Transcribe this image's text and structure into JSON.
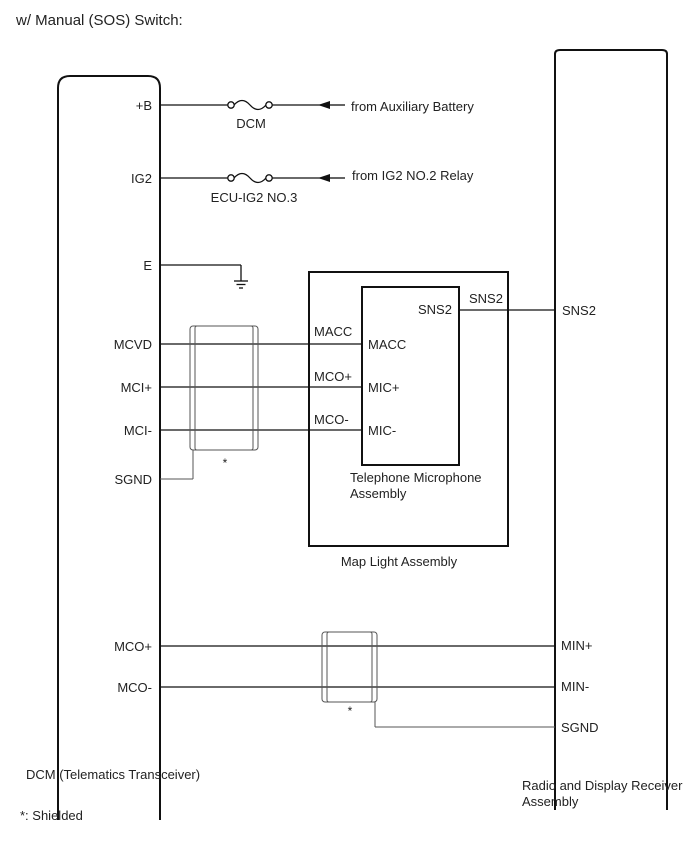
{
  "title": "w/ Manual (SOS) Switch:",
  "left_component": "DCM (Telematics Transceiver)",
  "right_component": [
    "Radio and Display Receiver",
    "Assembly"
  ],
  "map_light": "Map Light Assembly",
  "mic_assembly": [
    "Telephone Microphone",
    "Assembly"
  ],
  "dcm_pins": [
    "+B",
    "IG2",
    "E",
    "MCVD",
    "MCI+",
    "MCI-",
    "SGND",
    "MCO+",
    "MCO-"
  ],
  "fuses": [
    "DCM",
    "ECU-IG2 NO.3"
  ],
  "sources": [
    "from Auxiliary Battery",
    "from IG2 NO.2 Relay"
  ],
  "map_light_pins": [
    "MACC",
    "MCO+",
    "MCO-",
    "SNS2"
  ],
  "mic_pins": [
    "MACC",
    "MIC+",
    "MIC-",
    "SNS2"
  ],
  "radio_pins": [
    "SNS2",
    "MIN+",
    "MIN-",
    "SGND"
  ],
  "shield_mark": "*",
  "footnote": "*: Shielded",
  "colors": {
    "wire": "#111111",
    "shield": "#555555",
    "text": "#222222"
  }
}
